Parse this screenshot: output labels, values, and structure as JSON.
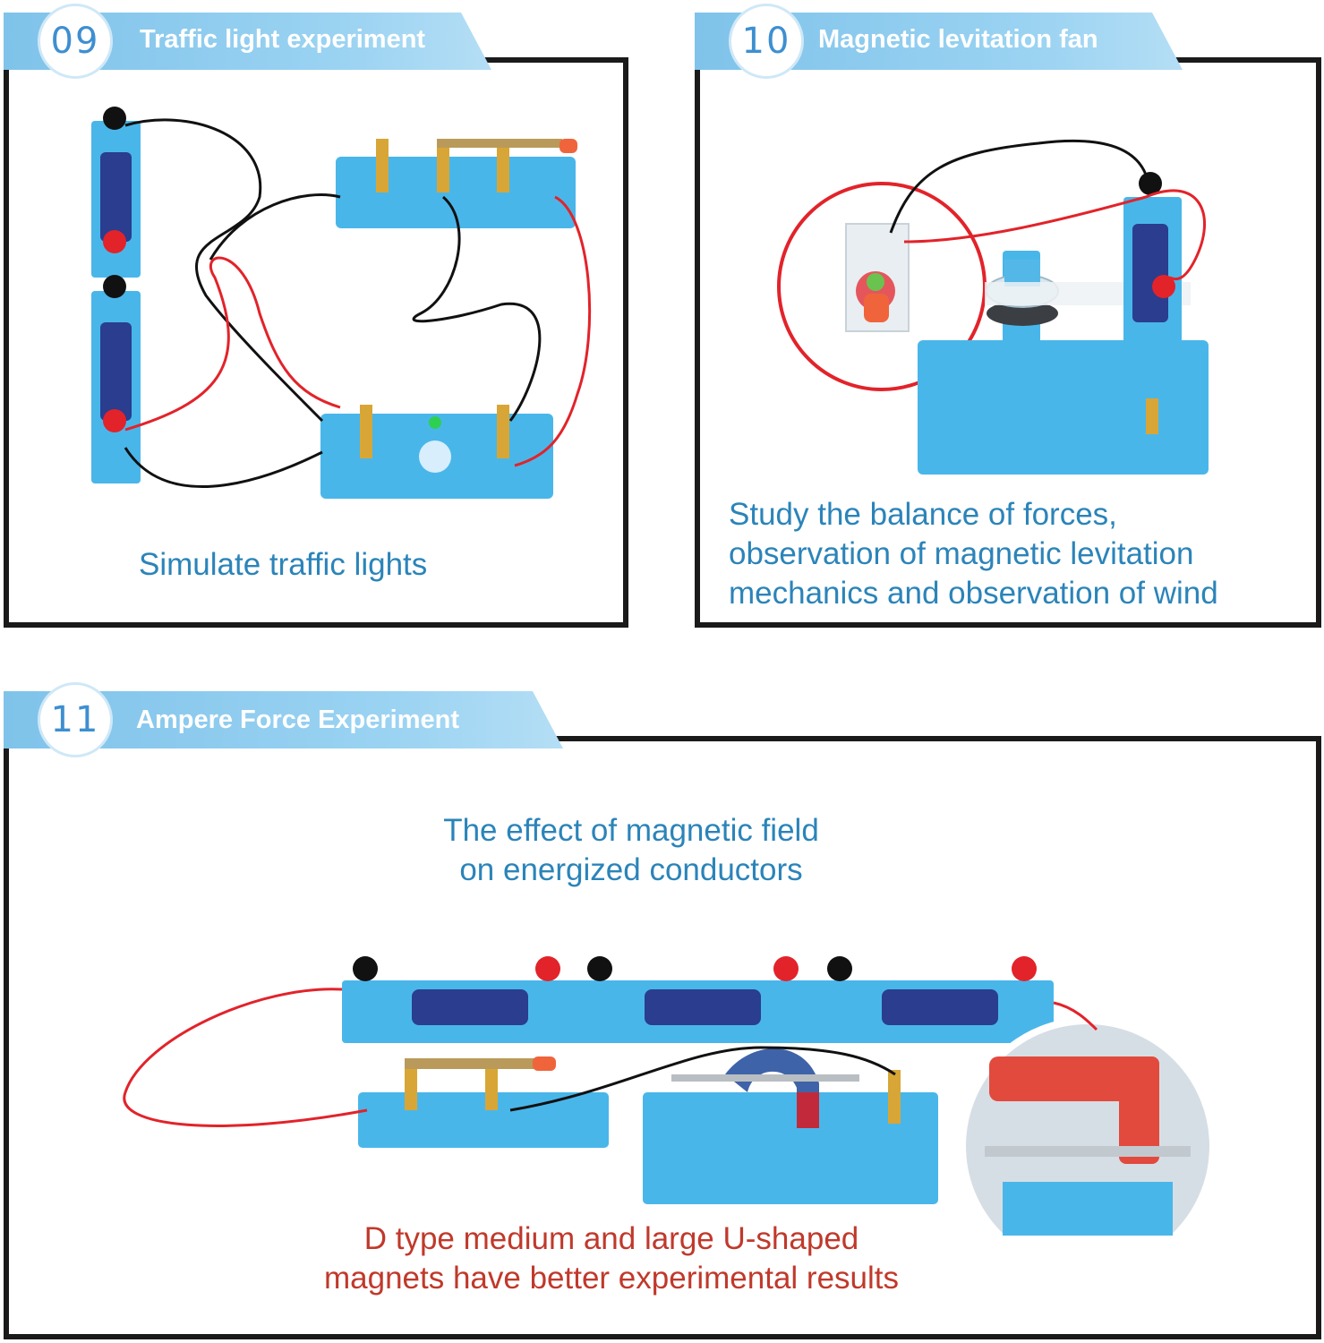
{
  "colors": {
    "accent": "#7fc3ea",
    "caption_blue": "#2b84b9",
    "note_red": "#c0392b",
    "number_blue": "#3e8fd0",
    "frame": "#1a1a1a",
    "part_blue": "#49b6ea",
    "wire_red": "#e2232a",
    "wire_black": "#111111"
  },
  "sections": [
    {
      "number": "09",
      "title": "Traffic light experiment",
      "caption_lines": [
        "Simulate traffic lights"
      ]
    },
    {
      "number": "10",
      "title": "Magnetic levitation fan",
      "caption_lines": [
        "Study the balance of forces,",
        "observation of magnetic levitation",
        "mechanics and observation of wind"
      ]
    },
    {
      "number": "11",
      "title": "Ampere Force Experiment",
      "caption_lines": [
        "The effect of magnetic field",
        "on energized conductors"
      ],
      "note_lines": [
        "D type medium and large U-shaped",
        "magnets have better experimental results"
      ]
    }
  ]
}
